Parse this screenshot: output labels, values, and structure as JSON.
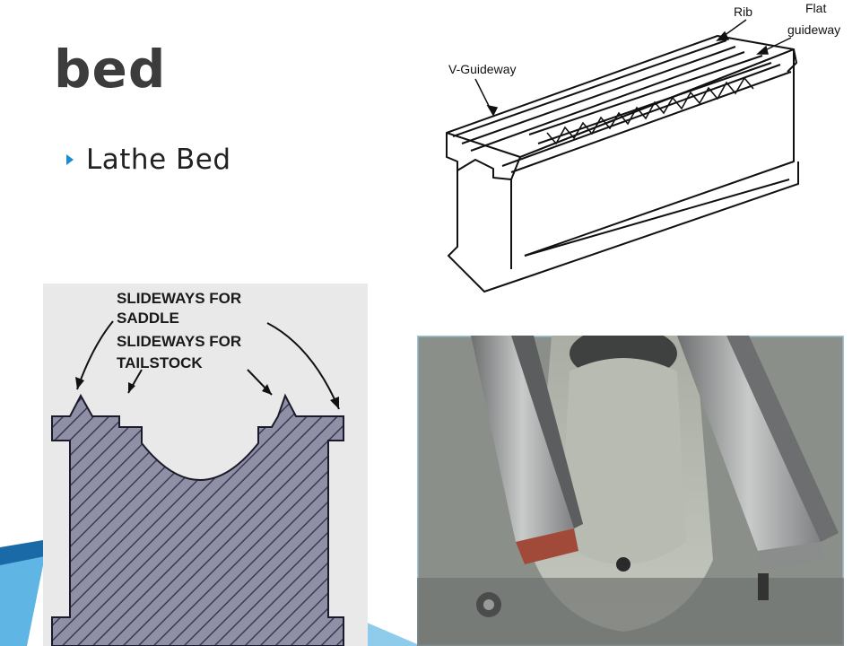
{
  "slide": {
    "title": "bed",
    "bullets": [
      {
        "text": "Lathe Bed"
      }
    ]
  },
  "figure_isometric": {
    "labels": {
      "v_guideway": "V-Guideway",
      "rib": "Rib",
      "flat_line1": "Flat",
      "flat_line2": "guideway"
    }
  },
  "figure_section": {
    "labels": {
      "saddle_line1": "SLIDEWAYS FOR",
      "saddle_line2": "SADDLE",
      "tail_line1": "SLIDEWAYS FOR",
      "tail_line2": "TAILSTOCK"
    }
  },
  "colors": {
    "title": "#3c3c3c",
    "bullet_accent": "#1e8ad0",
    "deco_dark": "#1a6aa8",
    "deco_light": "#5fb6e4"
  }
}
